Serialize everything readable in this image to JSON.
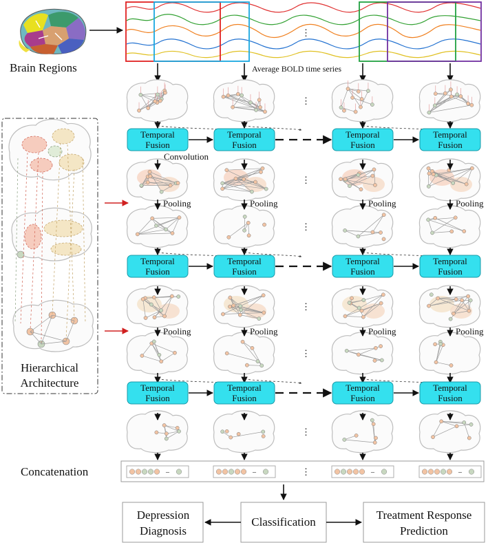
{
  "labels": {
    "brain_regions": "Brain Regions",
    "bold": "Average BOLD time series",
    "temporal": "Temporal",
    "fusion": "Fusion",
    "convolution": "Convolution",
    "pooling": "Pooling",
    "hier_line1": "Hierarchical",
    "hier_line2": "Architecture",
    "concatenation": "Concatenation",
    "ellipsis": "⋮",
    "dash": "–",
    "classification": "Classification",
    "depression_line1": "Depression",
    "depression_line2": "Diagnosis",
    "treatment_line1": "Treatment Response",
    "treatment_line2": "Prediction"
  },
  "colors": {
    "temporal_fusion": "#34e0ee",
    "window_red": "#e02020",
    "window_cyan": "#18a8e0",
    "window_green": "#20a040",
    "window_purple": "#7030a0",
    "signal_red": "#e03030",
    "signal_green": "#30a030",
    "signal_orange": "#f08020",
    "signal_blue": "#2070d0",
    "signal_yellow": "#e0c020",
    "node_orange": "#f2c4a4",
    "node_green": "#c8d8c0",
    "pointer_red": "#d02020"
  },
  "icons": [
    "brain-atlas-icon",
    "brain-graph-icon",
    "arrow-icon",
    "ellipsis-icon"
  ]
}
